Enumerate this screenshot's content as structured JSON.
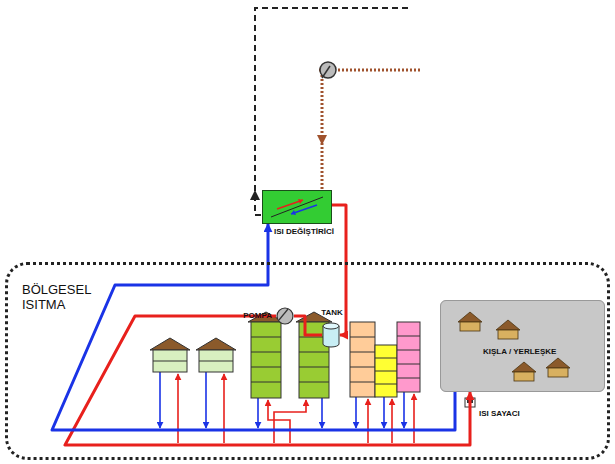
{
  "diagram": {
    "nodes": [
      {
        "text": [
          "BÖLGESEL ISITMA"
        ]
      },
      {
        "text": [
          "ISI DEĞİŞTİRİCİ"
        ]
      },
      {
        "text": [
          "TANK"
        ],
        "in": 0
      },
      {
        "text": [
          "POMPA"
        ],
        "in": 0
      },
      {
        "text": [
          "KIŞLA / YERLEŞKE"
        ],
        "in": 0
      }
    ],
    "edges": [
      {
        "from": 1,
        "to": 2,
        "arrow": "to"
      },
      {
        "from": 2,
        "to": 3,
        "arrow": "none"
      },
      {
        "from": 3,
        "to": 4,
        "arrow": "to"
      },
      {
        "from": 4,
        "to": 1,
        "arrow": "to"
      }
    ],
    "labels": [
      "ISI SAYACI"
    ]
  }
}
